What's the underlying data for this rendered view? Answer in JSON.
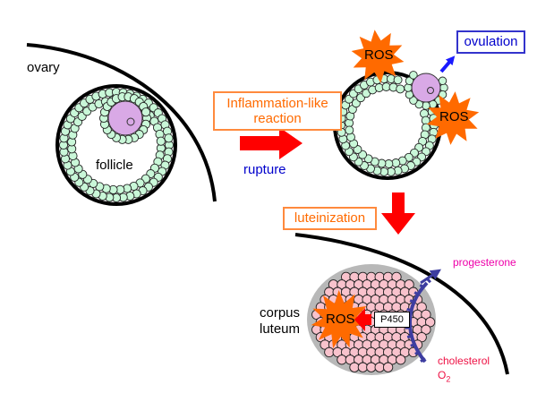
{
  "labels": {
    "ovary": "ovary",
    "follicle": "follicle",
    "inflammation_line1": "Inflammation-like",
    "inflammation_line2": "reaction",
    "rupture": "rupture",
    "ros": "ROS",
    "ovulation": "ovulation",
    "luteinization": "luteinization",
    "progesterone": "progesterone",
    "corpus_line1": "corpus",
    "corpus_line2": "luteum",
    "p450": "P450",
    "cholesterol": "cholesterol",
    "o2": "O",
    "o2_subscript": "2"
  },
  "colors": {
    "granulosa_fill": "#c9f7d8",
    "oocyte_fill": "#d9a9e6",
    "luteal_fill": "#f8c2cc",
    "corpus_background": "#b8b8b8",
    "ros_fill": "#ff6a00",
    "red_arrow": "#ff0000",
    "orange_box_border": "#ff8a3d",
    "blue_text": "#0000cc",
    "magenta_text": "#ee00aa",
    "membrane_purple": "#3d3da0"
  }
}
